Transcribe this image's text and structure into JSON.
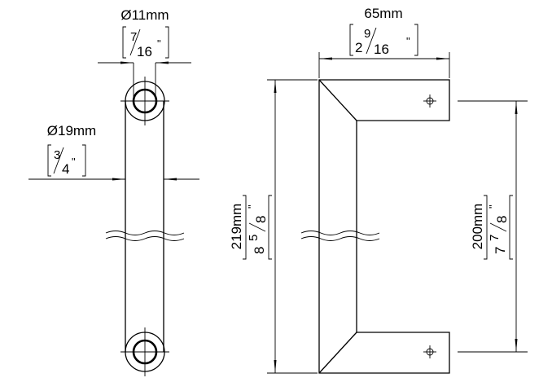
{
  "end_view": {
    "hole_diameter": {
      "metric": "Ø11mm",
      "fraction_num": "7",
      "fraction_den": "16",
      "inch_mark": "\""
    },
    "bar_diameter": {
      "metric": "Ø19mm",
      "fraction_num": "3",
      "fraction_den": "4",
      "inch_mark": "\""
    }
  },
  "side_view": {
    "projection": {
      "metric": "65mm",
      "whole": "2",
      "fraction_num": "9",
      "fraction_den": "16",
      "inch_mark": "\""
    },
    "overall_length": {
      "metric": "219mm",
      "whole": "8",
      "fraction_num": "5",
      "fraction_den": "8",
      "inch_mark": "\""
    },
    "hole_centers": {
      "metric": "200mm",
      "whole": "7",
      "fraction_num": "7",
      "fraction_den": "8",
      "inch_mark": "\""
    }
  }
}
